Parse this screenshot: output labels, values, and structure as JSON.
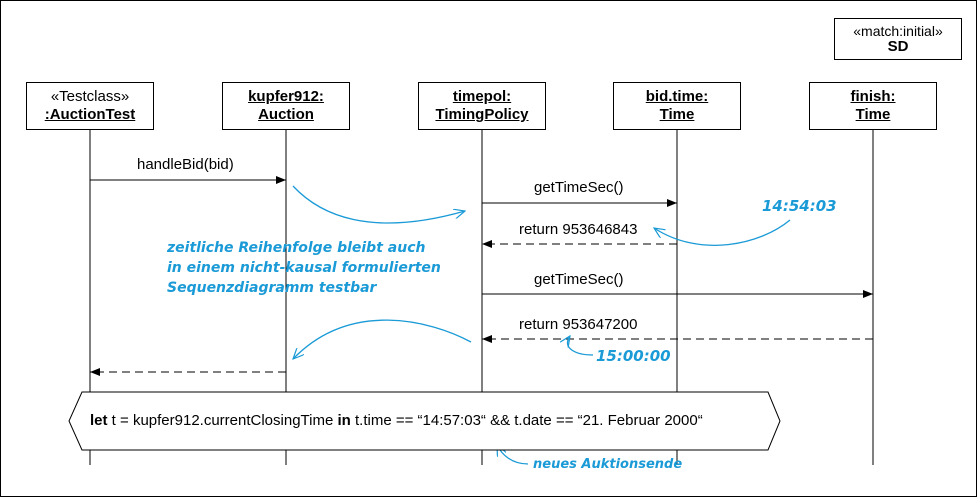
{
  "frame_tag": {
    "stereotype": "«match:initial»",
    "name": "SD"
  },
  "lifelines": [
    {
      "stereotype": "«Testclass»",
      "line1": ":AuctionTest",
      "line2": ""
    },
    {
      "stereotype": "",
      "line1": "kupfer912:",
      "line2": "Auction"
    },
    {
      "stereotype": "",
      "line1": "timepol:",
      "line2": "TimingPolicy"
    },
    {
      "stereotype": "",
      "line1": "bid.time:",
      "line2": "Time"
    },
    {
      "stereotype": "",
      "line1": "finish:",
      "line2": "Time"
    }
  ],
  "messages": {
    "m1": "handleBid(bid)",
    "m2": "getTimeSec()",
    "m3": "return 953646843",
    "m4": "getTimeSec()",
    "m5": "return 953647200"
  },
  "notes": {
    "time1": "14:54:03",
    "time2": "15:00:00",
    "order_line1": "zeitliche Reihenfolge bleibt auch",
    "order_line2": "in einem nicht-kausal formulierten",
    "order_line3": "Sequenzdiagramm testbar",
    "end_note": "neues Auktionsende"
  },
  "constraint": {
    "kw_let": "let",
    "part1": " t = kupfer912.currentClosingTime ",
    "kw_in": "in",
    "part2": " t.time == “14:57:03“ && t.date == “21. Februar 2000“"
  },
  "colors": {
    "annotation": "#1a9ad6",
    "line": "#000000"
  }
}
